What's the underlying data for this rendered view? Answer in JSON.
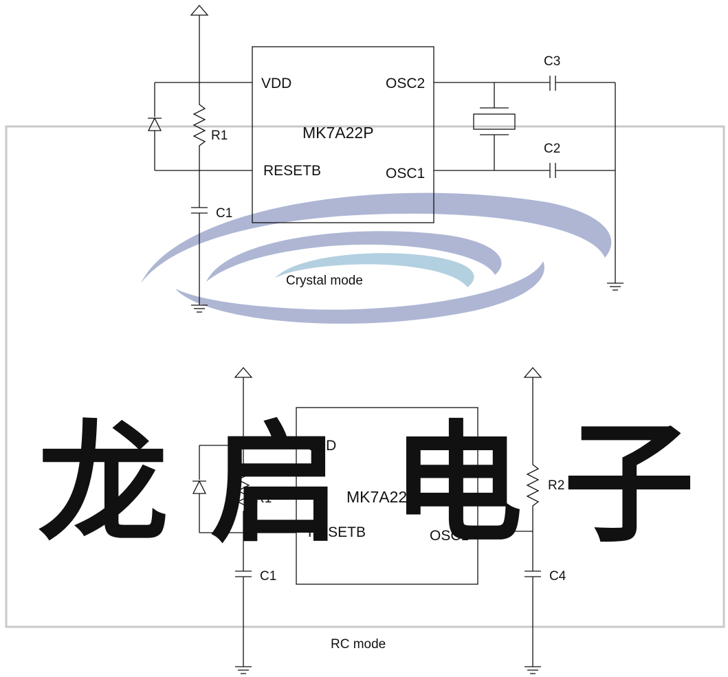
{
  "watermark": {
    "chars": [
      "龙",
      "启",
      "电",
      "子"
    ],
    "text_color": "#c8c8c8",
    "frame_color": "#c9c9c9",
    "swirl_color_outer": "#aeb6d4",
    "swirl_color_inner": "#b3d0e0"
  },
  "crystal_circuit": {
    "chip_name": "MK7A22P",
    "pins": {
      "vdd": "VDD",
      "resetb": "RESETB",
      "osc2": "OSC2",
      "osc1": "OSC1"
    },
    "components": {
      "r1": "R1",
      "c1": "C1",
      "c2": "C2",
      "c3": "C3"
    },
    "caption": "Crystal mode"
  },
  "rc_circuit": {
    "chip_name": "MK7A22P",
    "pins": {
      "vdd": "VDD",
      "resetb": "RESETB",
      "osc2": "OSC2",
      "osc1": "OSC1"
    },
    "components": {
      "r1": "R1",
      "r2": "R2",
      "c1": "C1",
      "c4": "C4"
    },
    "caption": "RC mode"
  },
  "colors": {
    "wire": "#111111",
    "background": "#ffffff"
  }
}
